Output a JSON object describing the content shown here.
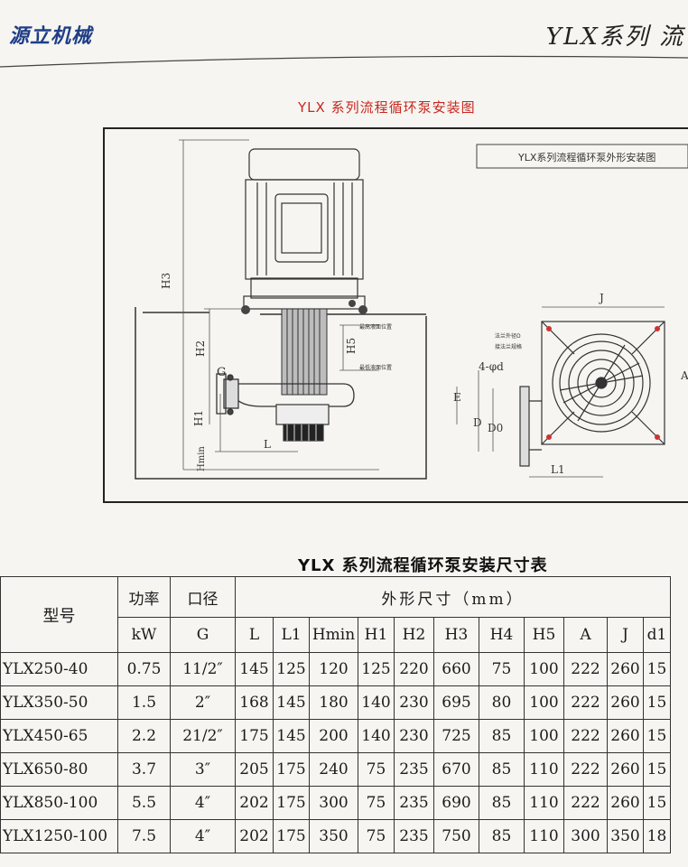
{
  "brand": "源立机械",
  "handwritten_note": "YLX系列 流",
  "drawing": {
    "title": "YLX 系列流程循环泵安装图",
    "outline_tag": "YLX系列流程循环泵外形安装图",
    "dims": {
      "H3": "H3",
      "H2": "H2",
      "H1": "H1",
      "Hmin": "Hmin",
      "H5": "H5",
      "G": "G",
      "L": "L",
      "J": "J",
      "A": "A",
      "holes": "4-φd",
      "E": "E",
      "D": "D",
      "D0": "D0",
      "L1": "L1"
    },
    "notes": {
      "max_level": "最高液面位置",
      "min_level": "最低液面位置",
      "flange_note_1": "法兰外径D",
      "flange_note_2": "接法兰规格"
    }
  },
  "table": {
    "title": "YLX 系列流程循环泵安装尺寸表",
    "headers": {
      "model": "型号",
      "power": "功率",
      "power_unit": "kW",
      "bore": "口径",
      "bore_unit": "G",
      "dims_group": "外形尺寸（mm）",
      "columns": [
        "L",
        "L1",
        "Hmin",
        "H1",
        "H2",
        "H3",
        "H4",
        "H5",
        "A",
        "J",
        "d1"
      ]
    },
    "rows": [
      {
        "model": "YLX250-40",
        "power": "0.75",
        "bore": "11/2″",
        "dims": [
          "145",
          "125",
          "120",
          "125",
          "220",
          "660",
          "75",
          "100",
          "222",
          "260",
          "15"
        ]
      },
      {
        "model": "YLX350-50",
        "power": "1.5",
        "bore": "2″",
        "dims": [
          "168",
          "145",
          "180",
          "140",
          "230",
          "695",
          "80",
          "100",
          "222",
          "260",
          "15"
        ]
      },
      {
        "model": "YLX450-65",
        "power": "2.2",
        "bore": "21/2″",
        "dims": [
          "175",
          "145",
          "200",
          "140",
          "230",
          "725",
          "85",
          "100",
          "222",
          "260",
          "15"
        ]
      },
      {
        "model": "YLX650-80",
        "power": "3.7",
        "bore": "3″",
        "dims": [
          "205",
          "175",
          "240",
          "75",
          "235",
          "670",
          "85",
          "110",
          "222",
          "260",
          "15"
        ]
      },
      {
        "model": "YLX850-100",
        "power": "5.5",
        "bore": "4″",
        "dims": [
          "202",
          "175",
          "300",
          "75",
          "235",
          "690",
          "85",
          "110",
          "222",
          "260",
          "15"
        ]
      },
      {
        "model": "YLX1250-100",
        "power": "7.5",
        "bore": "4″",
        "dims": [
          "202",
          "175",
          "350",
          "75",
          "235",
          "750",
          "85",
          "110",
          "300",
          "350",
          "18"
        ]
      }
    ]
  }
}
